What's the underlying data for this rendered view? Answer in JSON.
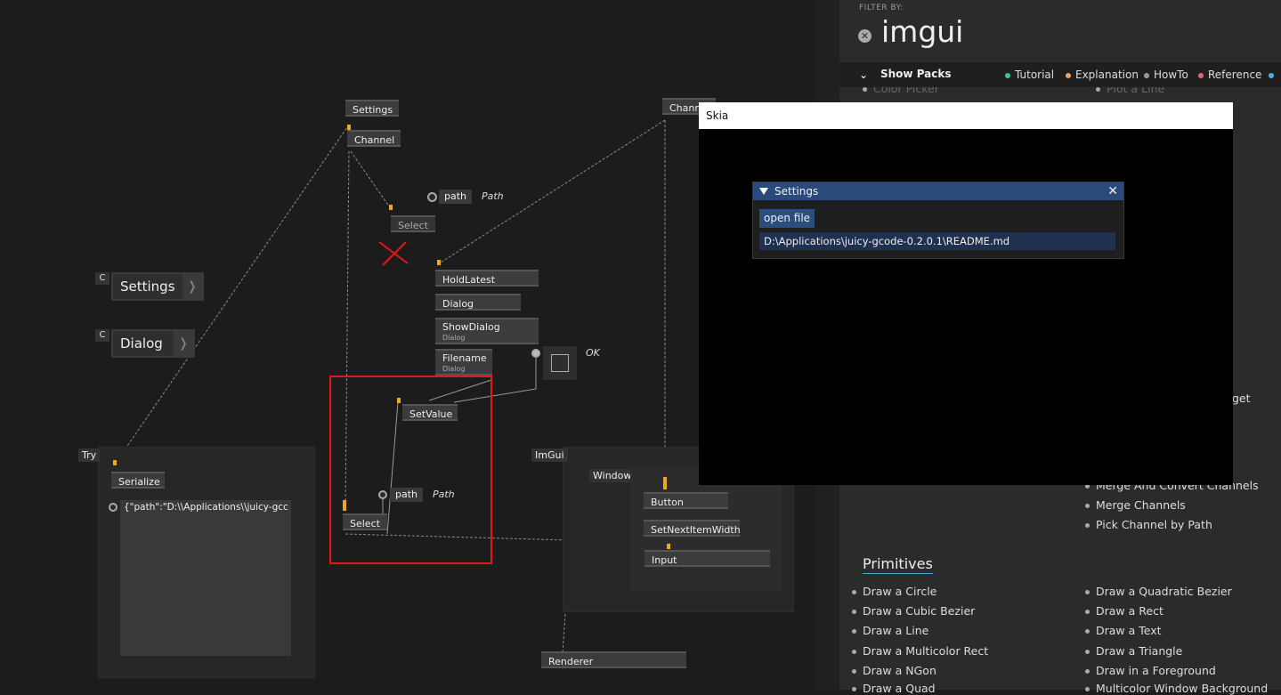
{
  "canvas": {
    "nodes": {
      "settings": "Settings",
      "channel_top": "Channel",
      "channel_right": "Channel",
      "select_top": "Select",
      "path_pin": "path",
      "path_label": "Path",
      "holdlatest": "HoldLatest",
      "dialog": "Dialog",
      "showdialog": "ShowDialog",
      "showdialog_sub": "Dialog",
      "filename": "Filename",
      "filename_sub": "Dialog",
      "ok_label": "OK",
      "setvalue": "SetValue",
      "select_bottom": "Select",
      "path_pin2": "path",
      "path_label2": "Path",
      "serialize": "Serialize",
      "serialize_value": "{\"path\":\"D:\\\\Applications\\\\juicy-gcc",
      "window": "Window",
      "button": "Button",
      "setnextitemwidth": "SetNextItemWidth",
      "input": "Input",
      "renderer": "Renderer"
    },
    "regions": {
      "try": "Try",
      "imgui": "ImGui"
    },
    "defs": {
      "settings": {
        "badge": "C",
        "label": "Settings"
      },
      "dialog": {
        "badge": "C",
        "label": "Dialog"
      }
    }
  },
  "panel": {
    "filter_label": "FILTER BY:",
    "filter_text": "imgui",
    "show_packs": "Show Packs",
    "legend": [
      {
        "label": "Tutorial",
        "color": "#2ecc8f"
      },
      {
        "label": "Explanation",
        "color": "#f0a060"
      },
      {
        "label": "HowTo",
        "color": "#9a9a9a"
      },
      {
        "label": "Reference",
        "color": "#f06070"
      }
    ],
    "cut_top_left": "Color Picker",
    "cut_top_right": "Plot a Line",
    "cut_mid_right": "get",
    "links_channels": [
      "Merge And Convert Channels",
      "Merge Channels",
      "Pick Channel by Path"
    ],
    "section_title": "Primitives",
    "links_left": [
      "Draw a Circle",
      "Draw a Cubic Bezier",
      "Draw a Line",
      "Draw a Multicolor Rect",
      "Draw a NGon",
      "Draw a Quad"
    ],
    "links_right": [
      "Draw a Quadratic Bezier",
      "Draw a Rect",
      "Draw a Text",
      "Draw a Triangle",
      "Draw in a Foreground",
      "Multicolor Window Background"
    ]
  },
  "skia": {
    "title": "Skia",
    "window_title": "Settings",
    "button_label": "open file",
    "input_value": "D:\\Applications\\juicy-gcode-0.2.0.1\\README.md"
  },
  "colors": {
    "pin": "#f0a820",
    "highlight": "#e01818",
    "imgui_title": "#294a7a"
  }
}
